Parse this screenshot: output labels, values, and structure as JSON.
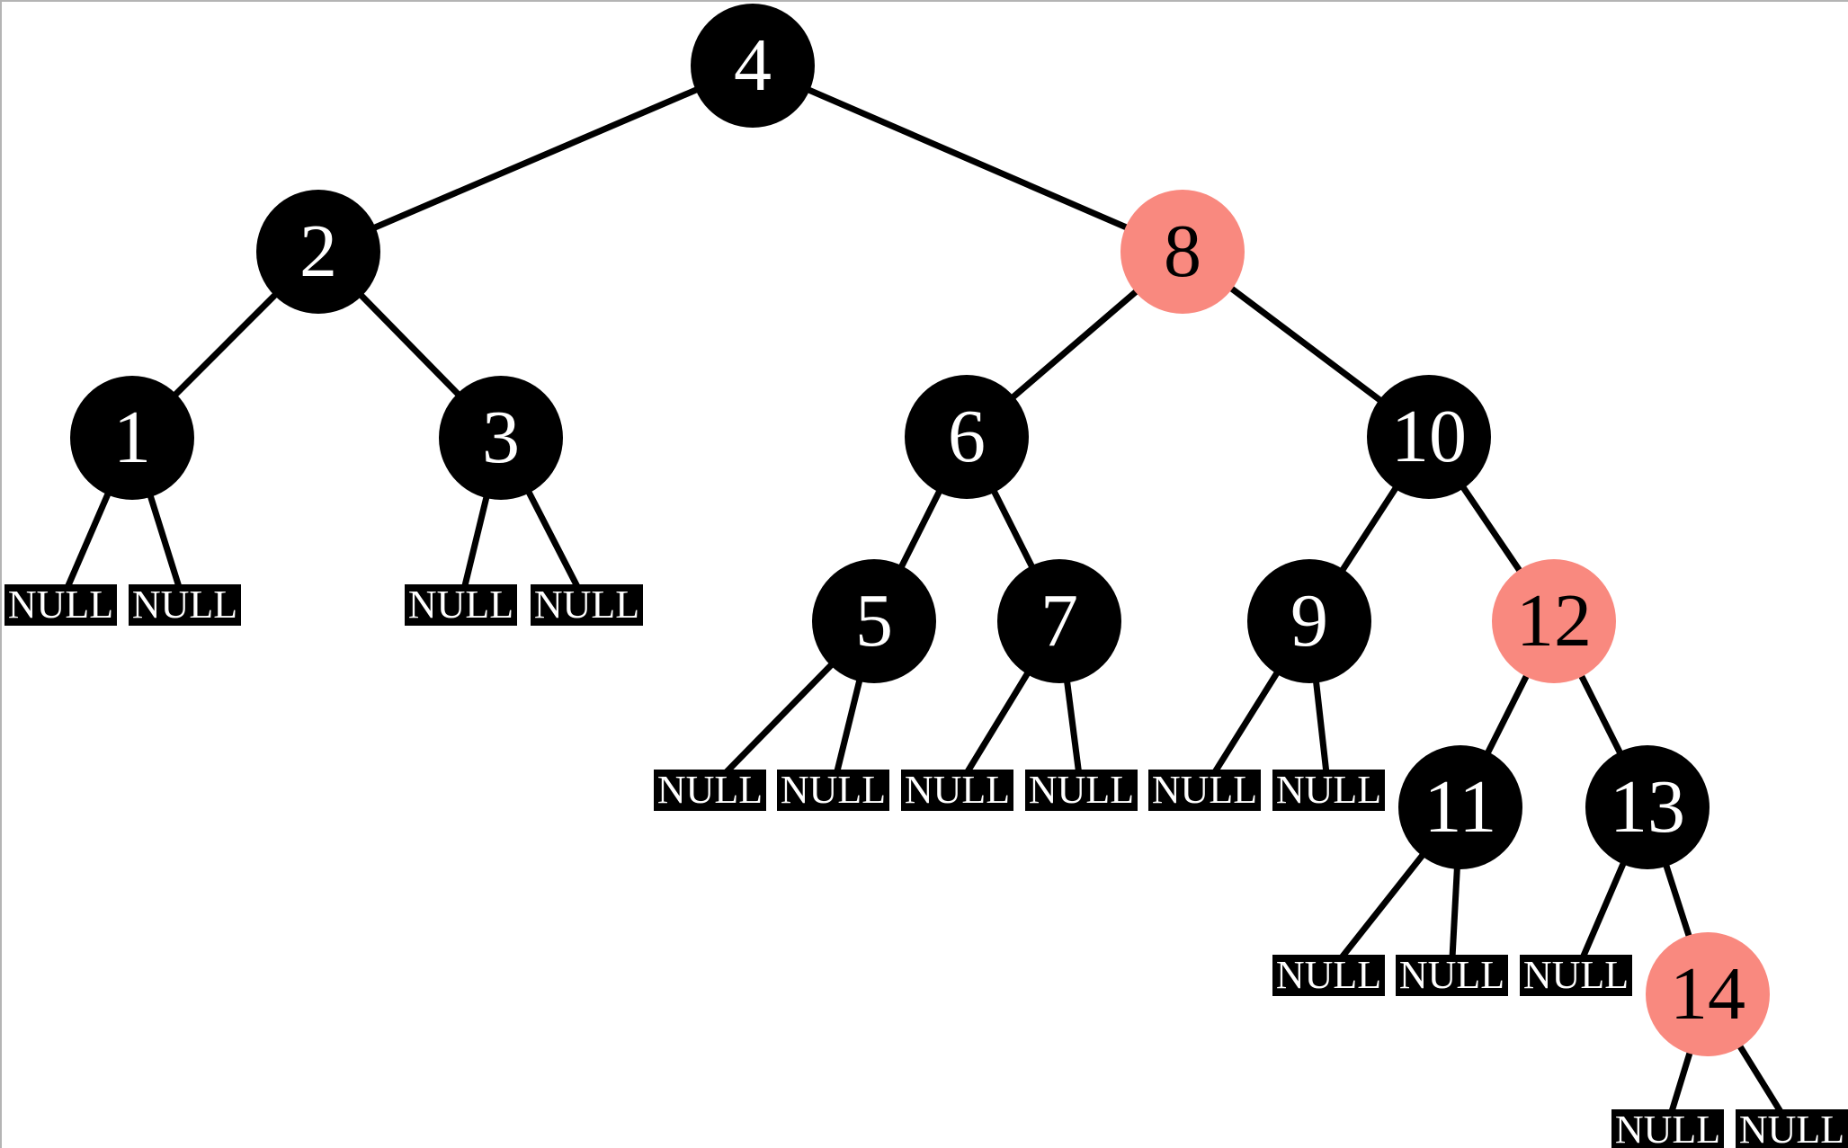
{
  "tree": {
    "title": "red-black binary search tree diagram",
    "null_label": "NULL",
    "colors": {
      "black_node_fill": "#000000",
      "red_node_fill": "#f9897f",
      "black_node_text": "#ffffff",
      "red_node_text": "#000000",
      "null_leaf_fill": "#000000",
      "null_leaf_text": "#ffffff",
      "edge_stroke": "#000000",
      "page_border": "#b4b4b4",
      "background": "#ffffff"
    },
    "nodes": [
      {
        "label": "4",
        "color": "black",
        "parent": null,
        "side": "root"
      },
      {
        "label": "2",
        "color": "black",
        "parent": "4",
        "side": "left"
      },
      {
        "label": "8",
        "color": "red",
        "parent": "4",
        "side": "right"
      },
      {
        "label": "1",
        "color": "black",
        "parent": "2",
        "side": "left"
      },
      {
        "label": "3",
        "color": "black",
        "parent": "2",
        "side": "right"
      },
      {
        "label": "6",
        "color": "black",
        "parent": "8",
        "side": "left"
      },
      {
        "label": "10",
        "color": "black",
        "parent": "8",
        "side": "right"
      },
      {
        "label": "5",
        "color": "black",
        "parent": "6",
        "side": "left"
      },
      {
        "label": "7",
        "color": "black",
        "parent": "6",
        "side": "right"
      },
      {
        "label": "9",
        "color": "black",
        "parent": "10",
        "side": "left"
      },
      {
        "label": "12",
        "color": "red",
        "parent": "10",
        "side": "right"
      },
      {
        "label": "11",
        "color": "black",
        "parent": "12",
        "side": "left"
      },
      {
        "label": "13",
        "color": "black",
        "parent": "12",
        "side": "right"
      },
      {
        "label": "14",
        "color": "red",
        "parent": "13",
        "side": "right"
      }
    ],
    "null_leaves": [
      {
        "parent": "1",
        "side": "left"
      },
      {
        "parent": "1",
        "side": "right"
      },
      {
        "parent": "3",
        "side": "left"
      },
      {
        "parent": "3",
        "side": "right"
      },
      {
        "parent": "5",
        "side": "left"
      },
      {
        "parent": "5",
        "side": "right"
      },
      {
        "parent": "7",
        "side": "left"
      },
      {
        "parent": "7",
        "side": "right"
      },
      {
        "parent": "9",
        "side": "left"
      },
      {
        "parent": "9",
        "side": "right"
      },
      {
        "parent": "11",
        "side": "left"
      },
      {
        "parent": "11",
        "side": "right"
      },
      {
        "parent": "13",
        "side": "left"
      },
      {
        "parent": "14",
        "side": "left"
      },
      {
        "parent": "14",
        "side": "right"
      }
    ],
    "edges": [
      [
        "4",
        "2"
      ],
      [
        "4",
        "8"
      ],
      [
        "2",
        "1"
      ],
      [
        "2",
        "3"
      ],
      [
        "8",
        "6"
      ],
      [
        "8",
        "10"
      ],
      [
        "6",
        "5"
      ],
      [
        "6",
        "7"
      ],
      [
        "10",
        "9"
      ],
      [
        "10",
        "12"
      ],
      [
        "12",
        "11"
      ],
      [
        "12",
        "13"
      ],
      [
        "13",
        "14"
      ]
    ]
  }
}
